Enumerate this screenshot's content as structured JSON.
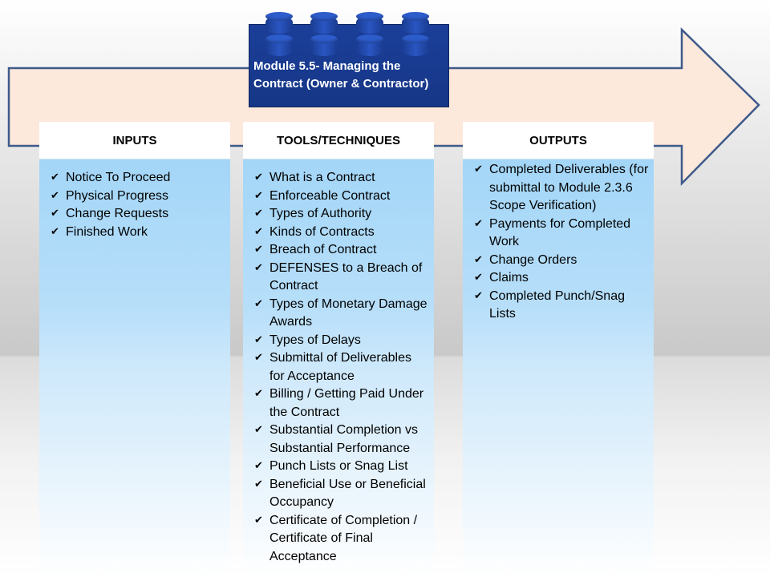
{
  "module": {
    "title_line1": "Module 5.5- Managing the",
    "title_line2": "Contract (Owner & Contractor)"
  },
  "colors": {
    "arrow_fill": "#fde8dc",
    "arrow_stroke": "#3e5a8a",
    "brick": "#1b3f99",
    "column_fill": "#a9d8f8"
  },
  "columns": [
    {
      "heading": "INPUTS",
      "items": [
        "Notice To Proceed",
        "Physical Progress",
        "Change Requests",
        "Finished Work"
      ]
    },
    {
      "heading": "TOOLS/TECHNIQUES",
      "items": [
        "What is a Contract",
        "Enforceable Contract",
        "Types of Authority",
        "Kinds of Contracts",
        "Breach of Contract",
        "DEFENSES to a Breach of Contract",
        "Types of Monetary Damage Awards",
        "Types of Delays",
        "Submittal of Deliverables for Acceptance",
        "Billing / Getting Paid Under the Contract",
        "Substantial Completion vs Substantial Performance",
        "Punch Lists or Snag List",
        "Beneficial Use or Beneficial Occupancy",
        "Certificate of Completion / Certificate of Final Acceptance"
      ]
    },
    {
      "heading": "OUTPUTS",
      "items": [
        "Completed Deliverables (for submittal to Module 2.3.6 Scope Verification)",
        "Payments for Completed Work",
        "Change Orders",
        "Claims",
        "Completed Punch/Snag Lists"
      ]
    }
  ]
}
